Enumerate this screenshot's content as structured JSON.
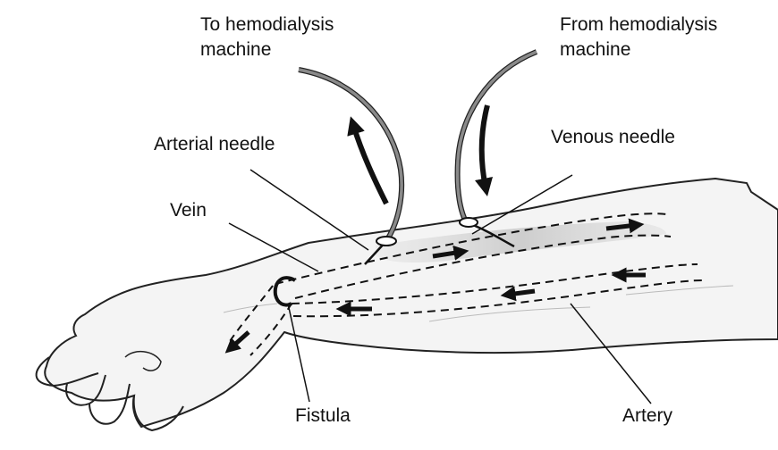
{
  "labels": {
    "to_machine": [
      "To hemodialysis",
      "machine"
    ],
    "from_machine": [
      "From hemodialysis",
      "machine"
    ],
    "arterial_needle": "Arterial needle",
    "venous_needle": "Venous needle",
    "vein": "Vein",
    "fistula": "Fistula",
    "artery": "Artery"
  },
  "colors": {
    "ink": "#111111",
    "tube": "#8a8a8a",
    "skin_shade": "#d9d9d9"
  }
}
